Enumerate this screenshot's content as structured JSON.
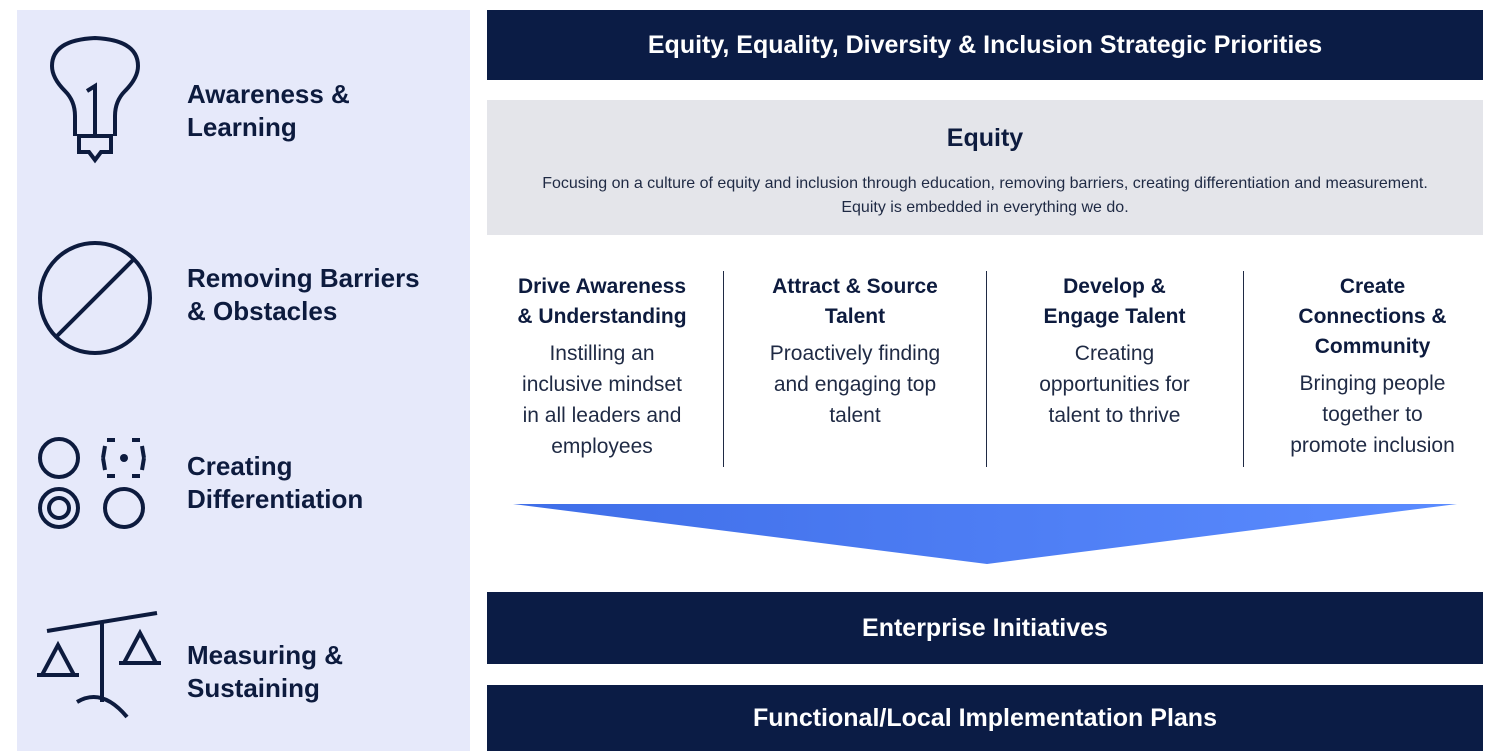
{
  "sidebar": {
    "items": [
      {
        "label": "Awareness &\nLearning",
        "icon": "lightbulb-icon"
      },
      {
        "label": "Removing Barriers\n& Obstacles",
        "icon": "prohibited-icon"
      },
      {
        "label": "Creating\nDifferentiation",
        "icon": "circles-differentiation-icon"
      },
      {
        "label": "Measuring &\nSustaining",
        "icon": "balance-scale-icon"
      }
    ]
  },
  "header": {
    "title": "Equity, Equality, Diversity & Inclusion Strategic Priorities"
  },
  "equity": {
    "title": "Equity",
    "description": "Focusing on a culture of equity and inclusion through education, removing barriers, creating differentiation and measurement. Equity is embedded in everything we do."
  },
  "pillars": [
    {
      "title": "Drive Awareness\n& Understanding",
      "description": "Instilling an\ninclusive mindset\nin all leaders and\nemployees"
    },
    {
      "title": "Attract & Source\nTalent",
      "description": "Proactively finding\nand engaging top\ntalent"
    },
    {
      "title": "Develop &\nEngage Talent",
      "description": "Creating\nopportunities for\ntalent to thrive"
    },
    {
      "title": "Create\nConnections &\nCommunity",
      "description": "Bringing people\ntogether to\npromote inclusion"
    }
  ],
  "bottom": {
    "enterprise": "Enterprise Initiatives",
    "functional": "Functional/Local Implementation Plans"
  },
  "colors": {
    "navy": "#0b1c45",
    "sidebar_bg": "#e6e9fa",
    "equity_bg": "#e4e5ea",
    "arrow_light": "#3f6ee8",
    "arrow_dark": "#5b8cff"
  }
}
